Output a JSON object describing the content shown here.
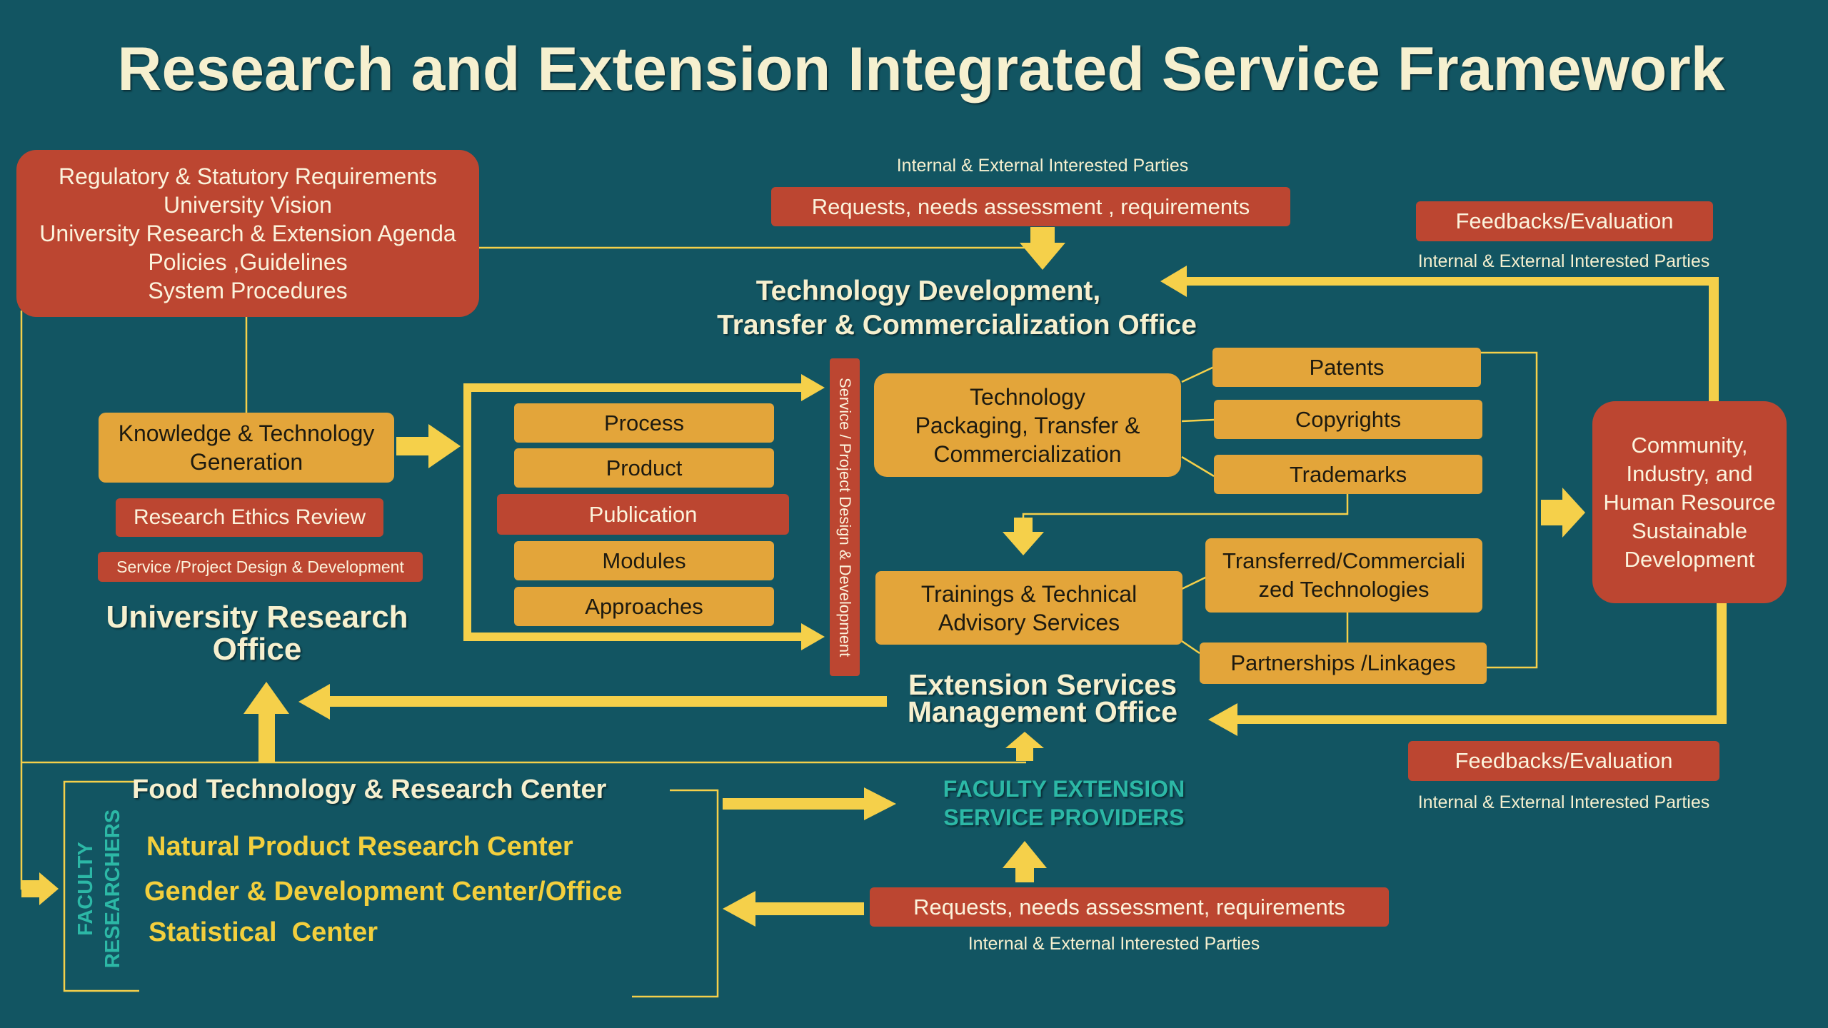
{
  "title": "Research and Extension Integrated Service Framework",
  "regulatory": {
    "lines": [
      "Regulatory & Statutory Requirements",
      "University Vision",
      "University Research & Extension Agenda",
      "Policies ,Guidelines",
      "System Procedures"
    ]
  },
  "parties_label": "Internal & External Interested Parties",
  "requests_top": "Requests, needs assessment , requirements",
  "requests_bottom": "Requests, needs assessment, requirements",
  "feedback": "Feedbacks/Evaluation",
  "tech_office": {
    "line1": "Technology Development,",
    "line2": "Transfer & Commercialization Office"
  },
  "knowledge": {
    "line1": "Knowledge & Technology",
    "line2": "Generation"
  },
  "ethics_review": "Research Ethics Review",
  "project_design_left": "Service /Project Design & Development",
  "project_design_vertical": "Service / Project Design & Development",
  "uro": {
    "line1": "University Research",
    "line2": "Office"
  },
  "outputs": [
    "Process",
    "Product",
    "Publication",
    "Modules",
    "Approaches"
  ],
  "packaging": {
    "line1": "Technology",
    "line2": "Packaging, Transfer &",
    "line3": "Commercialization"
  },
  "ip_items": [
    "Patents",
    "Copyrights",
    "Trademarks"
  ],
  "trainings": {
    "line1": "Trainings & Technical",
    "line2": "Advisory Services"
  },
  "transferred": {
    "line1": "Transferred/Commerciali",
    "line2": "zed Technologies"
  },
  "partnerships": "Partnerships /Linkages",
  "community": {
    "lines": [
      "Community,",
      "Industry, and",
      "Human Resource",
      "Sustainable",
      "Development"
    ]
  },
  "esmo": {
    "line1": "Extension Services",
    "line2": "Management Office"
  },
  "faculty_extension": {
    "line1": "FACULTY EXTENSION",
    "line2": "SERVICE PROVIDERS"
  },
  "faculty_researchers": {
    "line1": "FACULTY",
    "line2": "RESEARCHERS"
  },
  "centers": {
    "food": "Food Technology & Research Center",
    "natural": "Natural Product Research Center",
    "gender": "Gender & Development Center/Office",
    "statistical": "Statistical  Center"
  },
  "colors": {
    "background": "#125562",
    "orange": "#e3a53a",
    "red": "#bc4631",
    "arrow": "#f5d04a",
    "title": "#f6f0cf",
    "yellow_text": "#f3cf3d",
    "teal_text": "#2cb8a6"
  }
}
